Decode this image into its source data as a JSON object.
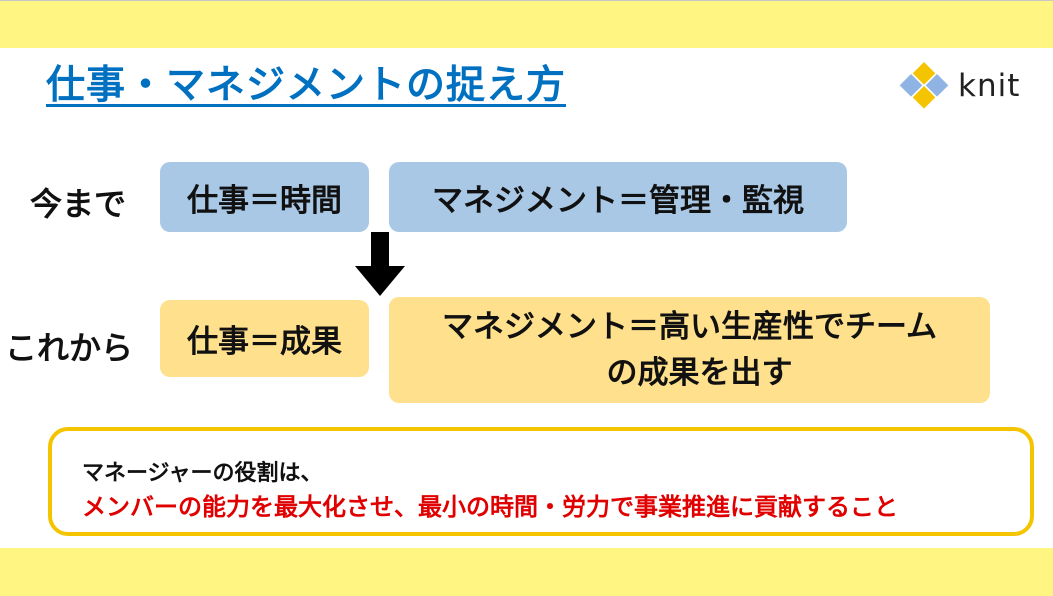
{
  "slide": {
    "title": "仕事・マネジメントの捉え方",
    "logo_text": "knit",
    "before": {
      "label": "今まで",
      "work": "仕事＝時間",
      "management": "マネジメント＝管理・監視"
    },
    "after": {
      "label": "これから",
      "work": "仕事＝成果",
      "management_line1": "マネジメント＝高い生産性でチーム",
      "management_line2": "の成果を出す"
    },
    "note": {
      "line1": "マネージャーの役割は、",
      "line2": "メンバーの能力を最大化させ、最小の時間・労力で事業推進に貢献すること"
    }
  },
  "colors": {
    "band": "#fff582",
    "title": "#0070c0",
    "box_blue": "#a9c8e6",
    "box_yellow": "#ffe08c",
    "note_border": "#f5c400",
    "note_emphasis": "#e00000",
    "logo_yellow": "#f5c400",
    "logo_blue": "#8fb4e3"
  },
  "icons": {
    "logo_mark": "knit-diamond-logo-icon",
    "arrow": "arrow-down-icon"
  }
}
